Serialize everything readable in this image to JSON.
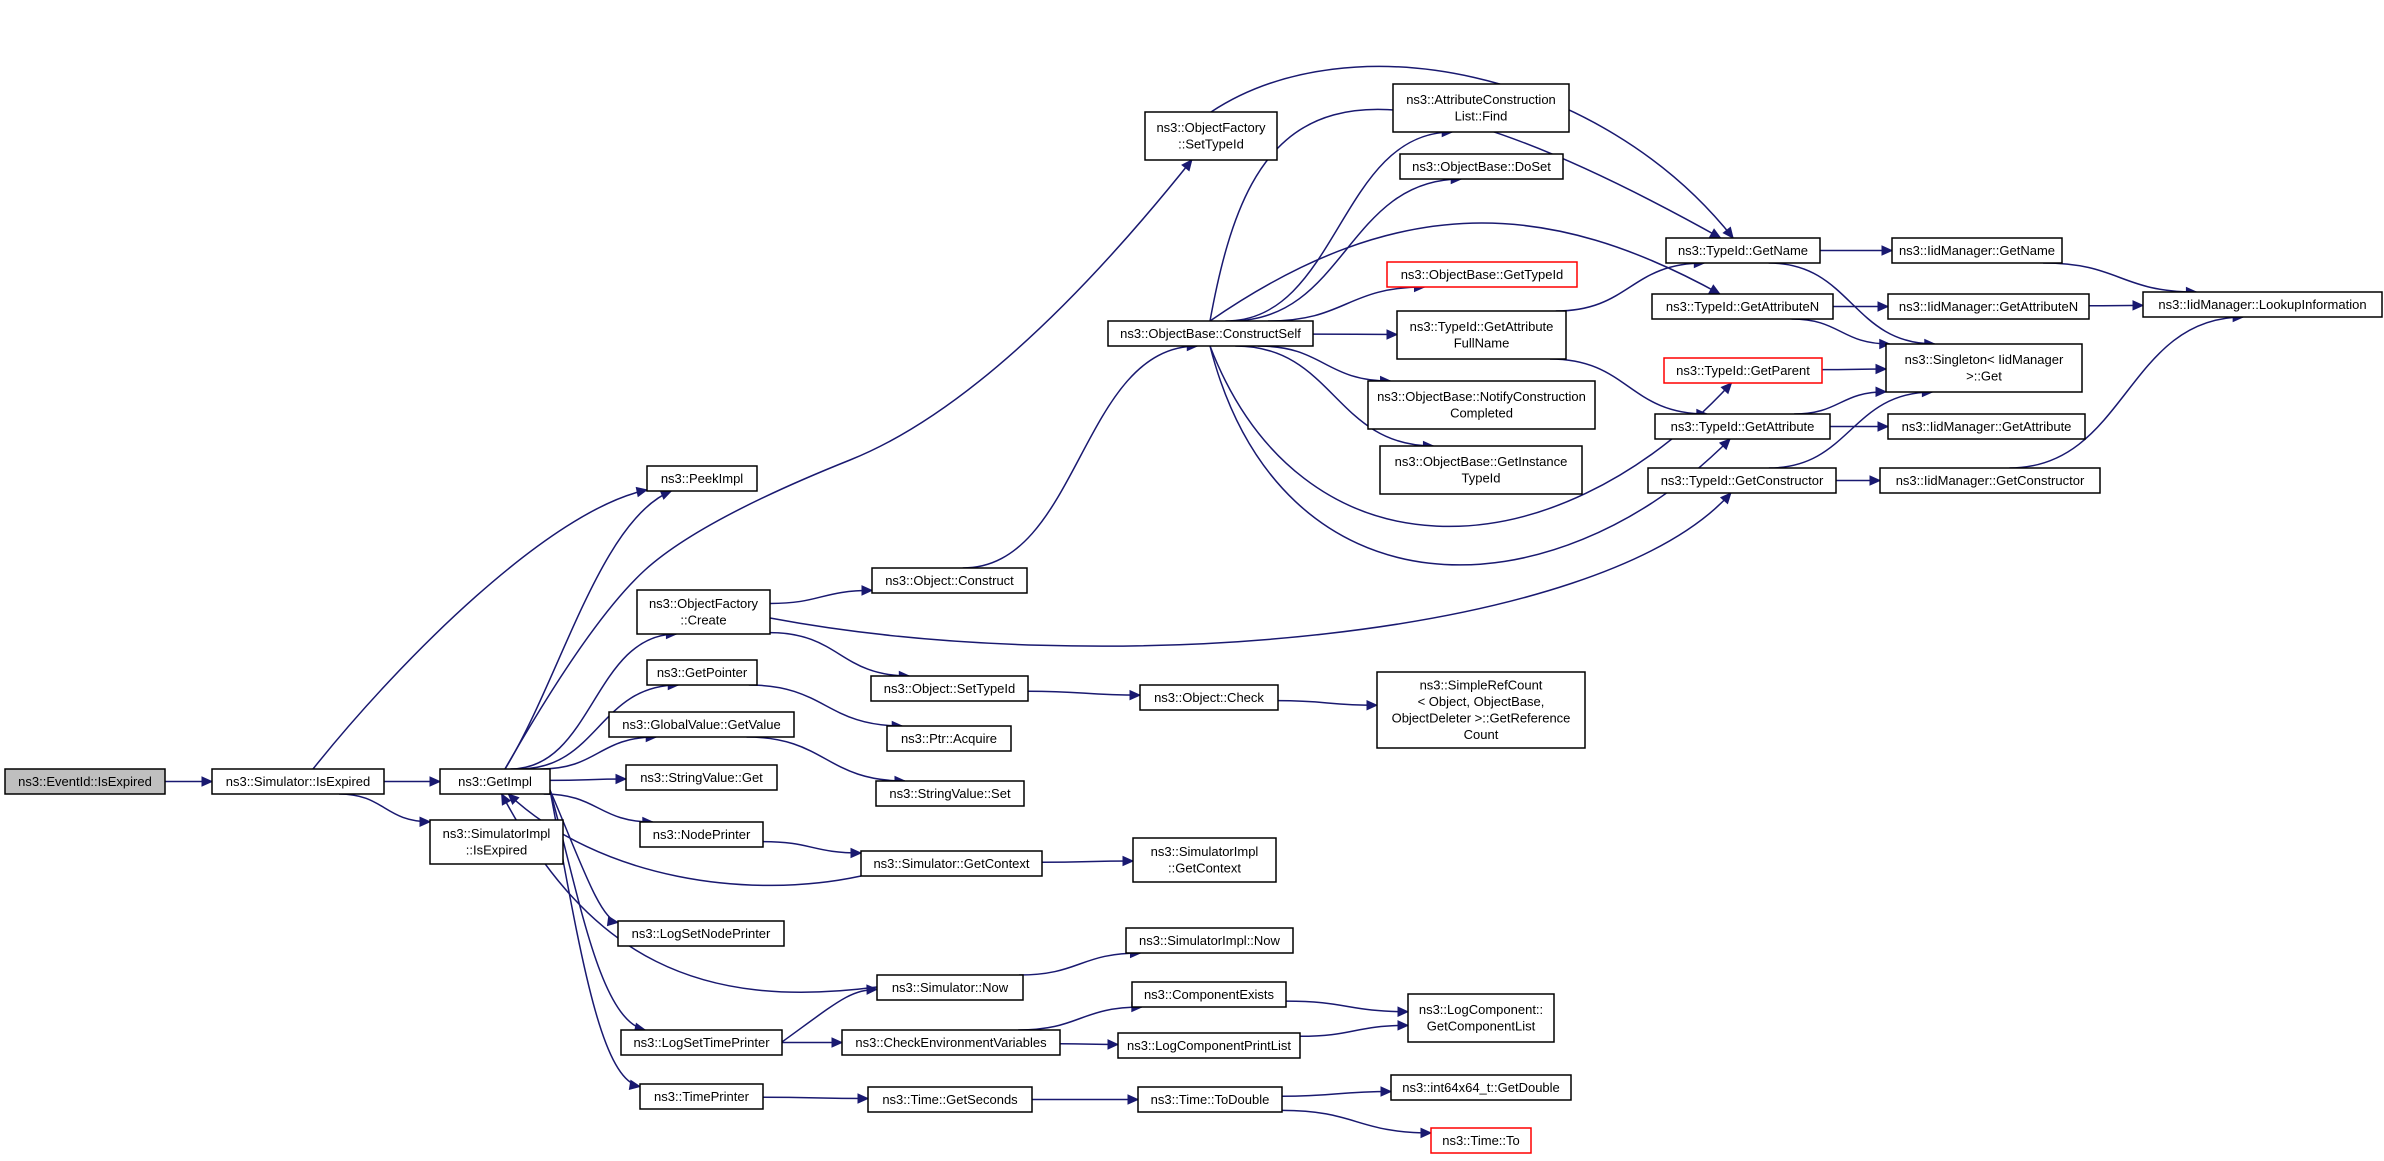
{
  "nodes": [
    {
      "id": "n0",
      "lines": [
        "ns3::EventId::IsExpired"
      ],
      "root": true
    },
    {
      "id": "n1",
      "lines": [
        "ns3::Simulator::IsExpired"
      ]
    },
    {
      "id": "n2",
      "lines": [
        "ns3::GetImpl"
      ]
    },
    {
      "id": "n3",
      "lines": [
        "ns3::SimulatorImpl",
        "::IsExpired"
      ]
    },
    {
      "id": "n4",
      "lines": [
        "ns3::PeekImpl"
      ]
    },
    {
      "id": "n5",
      "lines": [
        "ns3::ObjectFactory",
        "::Create"
      ]
    },
    {
      "id": "n6",
      "lines": [
        "ns3::GetPointer"
      ]
    },
    {
      "id": "n7",
      "lines": [
        "ns3::GlobalValue::GetValue"
      ]
    },
    {
      "id": "n8",
      "lines": [
        "ns3::StringValue::Get"
      ]
    },
    {
      "id": "n9",
      "lines": [
        "ns3::NodePrinter"
      ]
    },
    {
      "id": "n10",
      "lines": [
        "ns3::LogSetNodePrinter"
      ]
    },
    {
      "id": "n11",
      "lines": [
        "ns3::LogSetTimePrinter"
      ]
    },
    {
      "id": "n12",
      "lines": [
        "ns3::TimePrinter"
      ]
    },
    {
      "id": "n13",
      "lines": [
        "ns3::ObjectFactory",
        "::SetTypeId"
      ]
    },
    {
      "id": "n14",
      "lines": [
        "ns3::Object::Construct"
      ]
    },
    {
      "id": "n15",
      "lines": [
        "ns3::Object::SetTypeId"
      ]
    },
    {
      "id": "n16",
      "lines": [
        "ns3::Ptr::Acquire"
      ]
    },
    {
      "id": "n17",
      "lines": [
        "ns3::StringValue::Set"
      ]
    },
    {
      "id": "n18",
      "lines": [
        "ns3::Simulator::GetContext"
      ]
    },
    {
      "id": "n19",
      "lines": [
        "ns3::Simulator::Now"
      ]
    },
    {
      "id": "n20",
      "lines": [
        "ns3::CheckEnvironmentVariables"
      ]
    },
    {
      "id": "n21",
      "lines": [
        "ns3::Time::GetSeconds"
      ]
    },
    {
      "id": "n22",
      "lines": [
        "ns3::ObjectBase::ConstructSelf"
      ]
    },
    {
      "id": "n23",
      "lines": [
        "ns3::Object::Check"
      ]
    },
    {
      "id": "n24",
      "lines": [
        "ns3::SimulatorImpl",
        "::GetContext"
      ]
    },
    {
      "id": "n25",
      "lines": [
        "ns3::SimulatorImpl::Now"
      ]
    },
    {
      "id": "n26",
      "lines": [
        "ns3::ComponentExists"
      ]
    },
    {
      "id": "n27",
      "lines": [
        "ns3::LogComponentPrintList"
      ]
    },
    {
      "id": "n28",
      "lines": [
        "ns3::Time::ToDouble"
      ]
    },
    {
      "id": "n29",
      "lines": [
        "ns3::AttributeConstruction",
        "List::Find"
      ]
    },
    {
      "id": "n30",
      "lines": [
        "ns3::ObjectBase::DoSet"
      ]
    },
    {
      "id": "n31",
      "lines": [
        "ns3::ObjectBase::GetTypeId"
      ],
      "red": true
    },
    {
      "id": "n32",
      "lines": [
        "ns3::TypeId::GetAttribute",
        "FullName"
      ]
    },
    {
      "id": "n33",
      "lines": [
        "ns3::ObjectBase::NotifyConstruction",
        "Completed"
      ]
    },
    {
      "id": "n34",
      "lines": [
        "ns3::ObjectBase::GetInstance",
        "TypeId"
      ]
    },
    {
      "id": "n35",
      "lines": [
        "ns3::SimpleRefCount",
        "< Object, ObjectBase,",
        "ObjectDeleter >::GetReference",
        "Count"
      ]
    },
    {
      "id": "n36",
      "lines": [
        "ns3::LogComponent::",
        "GetComponentList"
      ]
    },
    {
      "id": "n37",
      "lines": [
        "ns3::int64x64_t::GetDouble"
      ]
    },
    {
      "id": "n38",
      "lines": [
        "ns3::Time::To"
      ],
      "red": true
    },
    {
      "id": "n39",
      "lines": [
        "ns3::TypeId::GetName"
      ]
    },
    {
      "id": "n40",
      "lines": [
        "ns3::TypeId::GetAttributeN"
      ]
    },
    {
      "id": "n41",
      "lines": [
        "ns3::TypeId::GetParent"
      ],
      "red": true
    },
    {
      "id": "n42",
      "lines": [
        "ns3::TypeId::GetAttribute"
      ]
    },
    {
      "id": "n43",
      "lines": [
        "ns3::TypeId::GetConstructor"
      ]
    },
    {
      "id": "n44",
      "lines": [
        "ns3::IidManager::GetName"
      ]
    },
    {
      "id": "n45",
      "lines": [
        "ns3::IidManager::GetAttributeN"
      ]
    },
    {
      "id": "n46",
      "lines": [
        "ns3::Singleton< IidManager",
        ">::Get"
      ]
    },
    {
      "id": "n47",
      "lines": [
        "ns3::IidManager::GetAttribute"
      ]
    },
    {
      "id": "n48",
      "lines": [
        "ns3::IidManager::GetConstructor"
      ]
    },
    {
      "id": "n49",
      "lines": [
        "ns3::IidManager::LookupInformation"
      ]
    }
  ],
  "edges": [
    [
      "n0",
      "n1"
    ],
    [
      "n1",
      "n2"
    ],
    [
      "n1",
      "n3"
    ],
    [
      "n1",
      "n4"
    ],
    [
      "n2",
      "n4"
    ],
    [
      "n2",
      "n5"
    ],
    [
      "n2",
      "n6"
    ],
    [
      "n2",
      "n7"
    ],
    [
      "n2",
      "n8"
    ],
    [
      "n2",
      "n9"
    ],
    [
      "n2",
      "n10"
    ],
    [
      "n2",
      "n11"
    ],
    [
      "n2",
      "n12"
    ],
    [
      "n2",
      "n13"
    ],
    [
      "n5",
      "n14"
    ],
    [
      "n5",
      "n15"
    ],
    [
      "n5",
      "n43"
    ],
    [
      "n6",
      "n16"
    ],
    [
      "n7",
      "n17"
    ],
    [
      "n9",
      "n18"
    ],
    [
      "n18",
      "n2"
    ],
    [
      "n18",
      "n24"
    ],
    [
      "n11",
      "n19"
    ],
    [
      "n11",
      "n20"
    ],
    [
      "n12",
      "n21"
    ],
    [
      "n19",
      "n2"
    ],
    [
      "n19",
      "n25"
    ],
    [
      "n20",
      "n26"
    ],
    [
      "n20",
      "n27"
    ],
    [
      "n26",
      "n36"
    ],
    [
      "n27",
      "n36"
    ],
    [
      "n21",
      "n28"
    ],
    [
      "n28",
      "n37"
    ],
    [
      "n28",
      "n38"
    ],
    [
      "n14",
      "n22"
    ],
    [
      "n15",
      "n23"
    ],
    [
      "n23",
      "n35"
    ],
    [
      "n13",
      "n39"
    ],
    [
      "n22",
      "n29"
    ],
    [
      "n22",
      "n30"
    ],
    [
      "n22",
      "n31"
    ],
    [
      "n22",
      "n32"
    ],
    [
      "n22",
      "n33"
    ],
    [
      "n22",
      "n34"
    ],
    [
      "n22",
      "n39"
    ],
    [
      "n22",
      "n40"
    ],
    [
      "n22",
      "n41"
    ],
    [
      "n22",
      "n42"
    ],
    [
      "n32",
      "n39"
    ],
    [
      "n32",
      "n42"
    ],
    [
      "n39",
      "n44"
    ],
    [
      "n39",
      "n46"
    ],
    [
      "n40",
      "n45"
    ],
    [
      "n40",
      "n46"
    ],
    [
      "n41",
      "n46"
    ],
    [
      "n42",
      "n46"
    ],
    [
      "n42",
      "n47"
    ],
    [
      "n43",
      "n46"
    ],
    [
      "n43",
      "n48"
    ],
    [
      "n44",
      "n49"
    ],
    [
      "n45",
      "n49"
    ],
    [
      "n48",
      "n49"
    ]
  ]
}
